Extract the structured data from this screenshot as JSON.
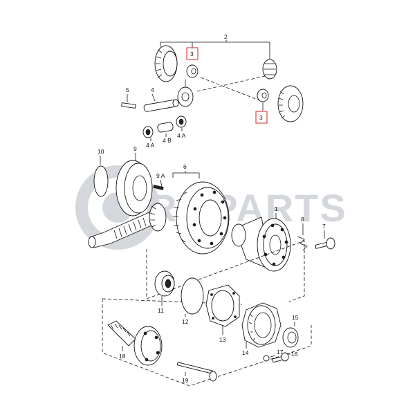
{
  "watermark": {
    "text": "RMPARTS",
    "color": "#d4d8dc"
  },
  "highlight_color": "#dd2222",
  "labels": {
    "l2": "2",
    "l3a": "3",
    "l3b": "3",
    "l5": "5",
    "l4": "4",
    "l4a_left": "4 A",
    "l4b": "4 B",
    "l4a_right": "4 A",
    "l10": "10",
    "l9": "9",
    "l9a": "9 A",
    "l6": "6",
    "l1": "1",
    "l8": "8",
    "l7": "7",
    "l11": "11",
    "l12": "12",
    "l13": "13",
    "l14": "14",
    "l15": "15",
    "l17": "17",
    "l16": "16",
    "l18": "18",
    "l19": "19"
  }
}
